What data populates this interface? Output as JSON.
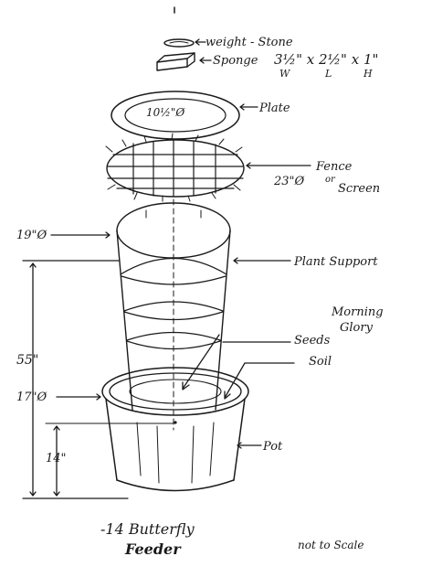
{
  "labels": {
    "weight": "weight - Stone",
    "sponge": "Sponge",
    "sponge_dims": "3½\" x 2½\" x 1\"",
    "sponge_w": "W",
    "sponge_l": "L",
    "sponge_h": "H",
    "plate": "Plate",
    "plate_dia": "10½\"Ø",
    "fence": "Fence",
    "fence_or": "or",
    "fence_screen": "Screen",
    "fence_dia": "23\"Ø",
    "support_dia": "19\"Ø",
    "plant_support": "Plant Support",
    "morning": "Morning",
    "glory": "Glory",
    "seeds": "Seeds",
    "soil": "Soil",
    "pot_dia": "17\"Ø",
    "height_total": "55\"",
    "height_pot": "14\"",
    "pot": "Pot",
    "title_line1": "-14 Butterfly",
    "title_line2": "Feeder",
    "scale_note": "not to Scale"
  }
}
